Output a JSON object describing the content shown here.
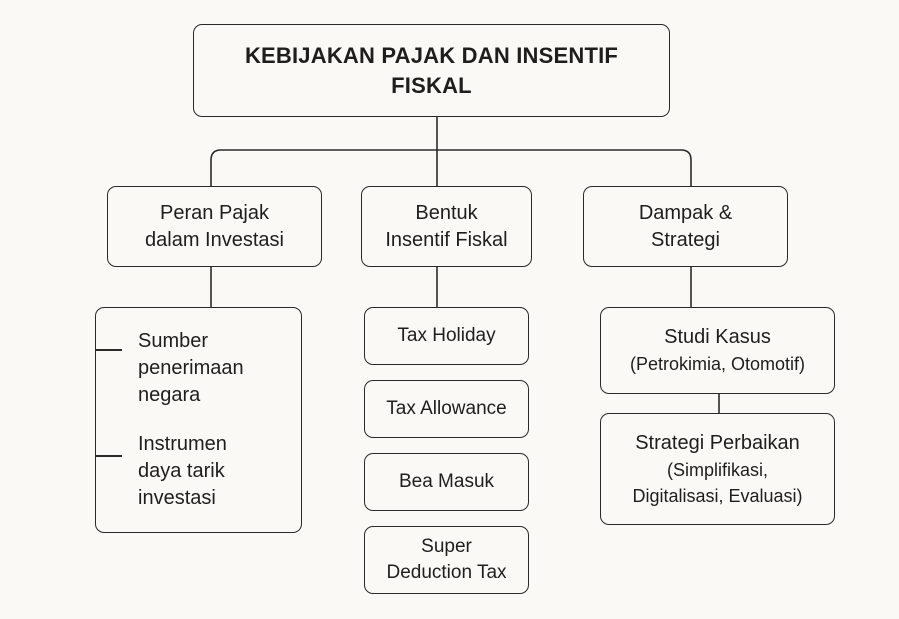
{
  "diagram": {
    "root": {
      "title_line1": "KEBIJAKAN PAJAK DAN INSENTIF",
      "title_line2": "FISKAL"
    },
    "branches": [
      {
        "label_line1": "Peran Pajak",
        "label_line2": "dalam Investasi",
        "children": [
          {
            "lines": [
              "Sumber",
              "penerimaan",
              "negara"
            ]
          },
          {
            "lines": [
              "Instrumen",
              "daya tarik",
              "investasi"
            ]
          }
        ]
      },
      {
        "label_line1": "Bentuk",
        "label_line2": "Insentif Fiskal",
        "children": [
          {
            "label": "Tax Holiday"
          },
          {
            "label": "Tax Allowance"
          },
          {
            "label": "Bea Masuk"
          },
          {
            "label_line1": "Super",
            "label_line2": "Deduction Tax"
          }
        ]
      },
      {
        "label_line1": "Dampak &",
        "label_line2": "Strategi",
        "children": [
          {
            "label_line1": "Studi Kasus",
            "label_line2": "(Petrokimia, Otomotif)"
          },
          {
            "label_line1": "Strategi Perbaikan",
            "label_line2": "(Simplifikasi,",
            "label_line3": "Digitalisasi, Evaluasi)"
          }
        ]
      }
    ]
  },
  "colors": {
    "background": "#faf9f6",
    "stroke": "#2a2a2a",
    "text": "#1e1e1e"
  }
}
